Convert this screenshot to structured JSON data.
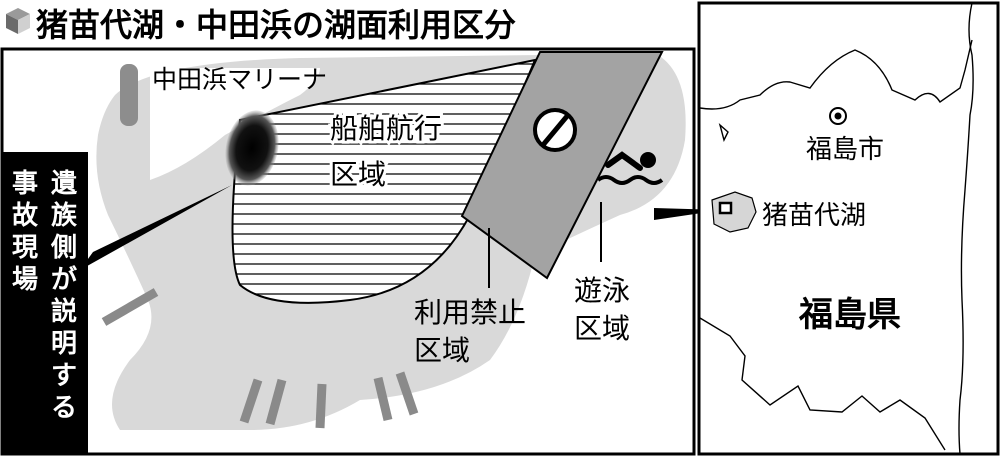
{
  "title": "猪苗代湖・中田浜の湖面利用区分",
  "labels": {
    "marina": "中田浜マリーナ",
    "ship_zone": [
      "船舶航行",
      "区域"
    ],
    "no_use_zone": [
      "利用禁止",
      "区域"
    ],
    "swim_zone": [
      "遊泳",
      "区域"
    ],
    "accident_site": [
      "事",
      "故",
      "現",
      "場"
    ],
    "family_explanation": [
      "遺",
      "族",
      "側",
      "が",
      "説",
      "明",
      "す",
      "る"
    ]
  },
  "inset_map": {
    "city": "福島市",
    "lake": "猪苗代湖",
    "prefecture": "福島県"
  },
  "icons": {
    "title_icon": "cube-icon",
    "prohibited": "no-entry-icon",
    "swimming": "swimmer-icon",
    "city_marker": "city-marker-icon"
  },
  "colors": {
    "lake": "#d9d9d9",
    "no_use_zone": "#a3a3a3",
    "accident": "#111111",
    "border": "#000000"
  }
}
